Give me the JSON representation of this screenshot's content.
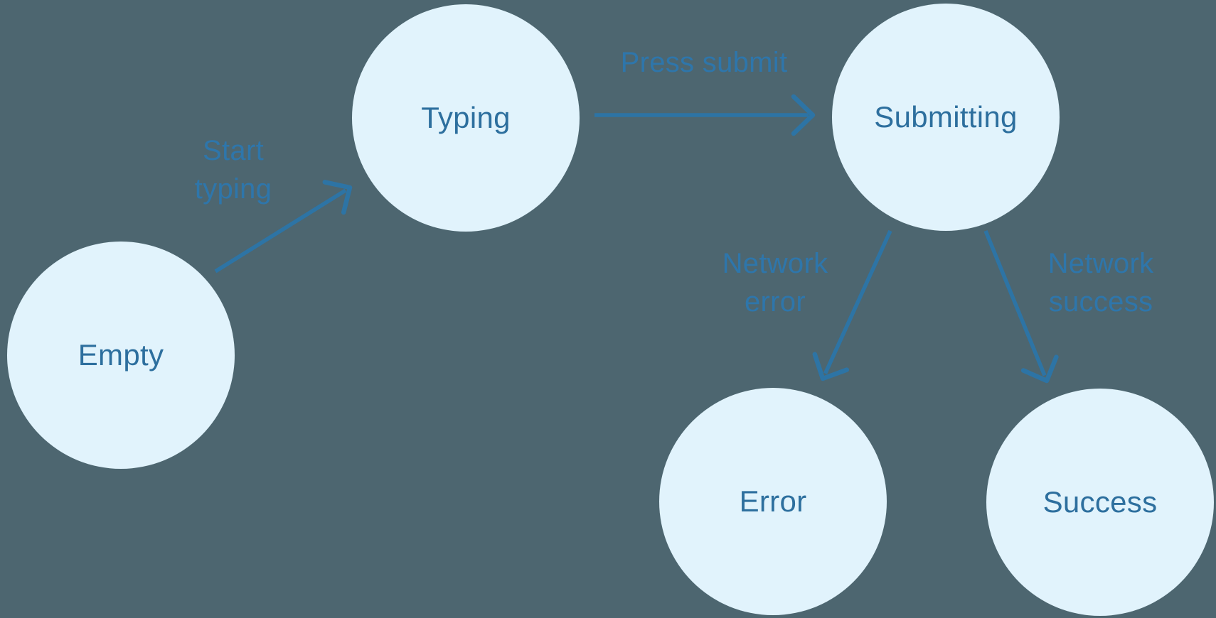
{
  "colors": {
    "background": "#4d6670",
    "node-fill": "#e1f3fc",
    "node-text": "#2d6f9e",
    "edge": "#2d74a5",
    "edge-label": "#2e76ab"
  },
  "diagram": {
    "type": "state-machine",
    "states": [
      {
        "id": "empty",
        "label": "Empty"
      },
      {
        "id": "typing",
        "label": "Typing"
      },
      {
        "id": "submitting",
        "label": "Submitting"
      },
      {
        "id": "error",
        "label": "Error"
      },
      {
        "id": "success",
        "label": "Success"
      }
    ],
    "transitions": [
      {
        "from": "empty",
        "to": "typing",
        "label": "Start typing",
        "label_lines": [
          "Start",
          "typing"
        ]
      },
      {
        "from": "typing",
        "to": "submitting",
        "label": "Press submit",
        "label_lines": [
          "Press submit"
        ]
      },
      {
        "from": "submitting",
        "to": "error",
        "label": "Network error",
        "label_lines": [
          "Network",
          "error"
        ]
      },
      {
        "from": "submitting",
        "to": "success",
        "label": "Network success",
        "label_lines": [
          "Network",
          "success"
        ]
      }
    ]
  }
}
